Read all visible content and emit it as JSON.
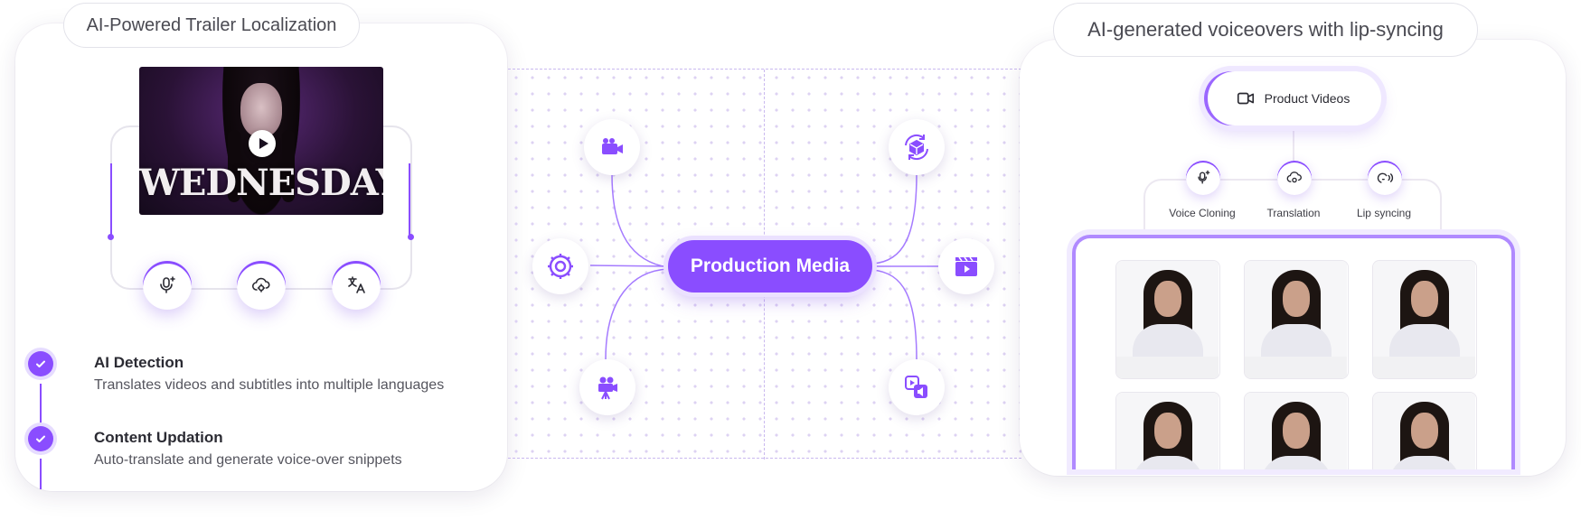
{
  "left": {
    "title": "AI-Powered Trailer Localization",
    "thumbnail_title": "WEDNESDAY",
    "icons": [
      "mic-sparkle-icon",
      "cloud-gear-icon",
      "translate-icon"
    ],
    "features": [
      {
        "title": "AI Detection",
        "desc": "Translates videos and subtitles into multiple languages"
      },
      {
        "title": "Content Updation",
        "desc": "Auto-translate and generate voice-over snippets"
      }
    ]
  },
  "center": {
    "label": "Production Media",
    "nodes": [
      "video-camera-icon",
      "gear-icon",
      "movie-camera-icon",
      "cube-rotate-icon",
      "clapper-play-icon",
      "media-megaphone-icon"
    ]
  },
  "right": {
    "title": "AI-generated voiceovers with lip-syncing",
    "product_label": "Product Videos",
    "steps": [
      {
        "label": "Voice Cloning",
        "icon": "voice-clone-icon"
      },
      {
        "label": "Translation",
        "icon": "cloud-gear-icon"
      },
      {
        "label": "Lip syncing",
        "icon": "lip-sync-icon"
      }
    ]
  },
  "colors": {
    "accent": "#8A4DFF",
    "accent_light": "#EBE1FF",
    "grid_dot": "#DDD2F3"
  }
}
